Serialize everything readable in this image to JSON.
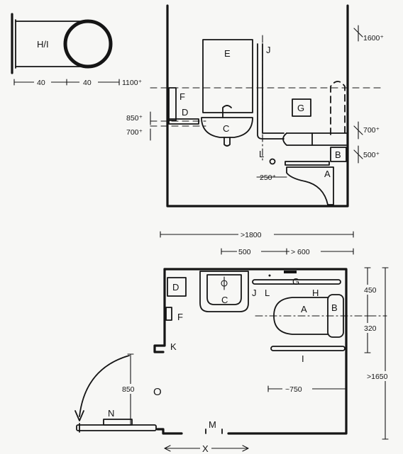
{
  "labels": {
    "hi": "H/I",
    "e": "E",
    "j_elev": "J",
    "f_elev": "F",
    "d_elev": "D",
    "c_elev": "C",
    "g_elev": "G",
    "l_elev": "L",
    "b_elev": "B",
    "a_elev": "A",
    "d_plan": "D",
    "c_plan": "C",
    "j_plan": "J",
    "l_plan": "L",
    "g_plan": "G",
    "h_plan": "H",
    "a_plan": "A",
    "b_plan": "B",
    "f_plan": "F",
    "k_plan": "K",
    "i_plan": "I",
    "o_plan": "O",
    "n_plan": "N",
    "m_plan": "M",
    "x_plan": "X"
  },
  "dims": {
    "hi_left": "40",
    "hi_right": "40",
    "h1600": "1600⁺",
    "h1100": "1100⁺",
    "h850": "850⁺",
    "h700_left": "700⁺",
    "h700_right": "700⁺",
    "h500": "500⁺",
    "d250": "250⁺",
    "w1800": ">1800",
    "w500": "500",
    "w600": "> 600",
    "p450": "450",
    "p320": "320",
    "p1650": ">1650",
    "p750": "~750",
    "p850": "850"
  }
}
